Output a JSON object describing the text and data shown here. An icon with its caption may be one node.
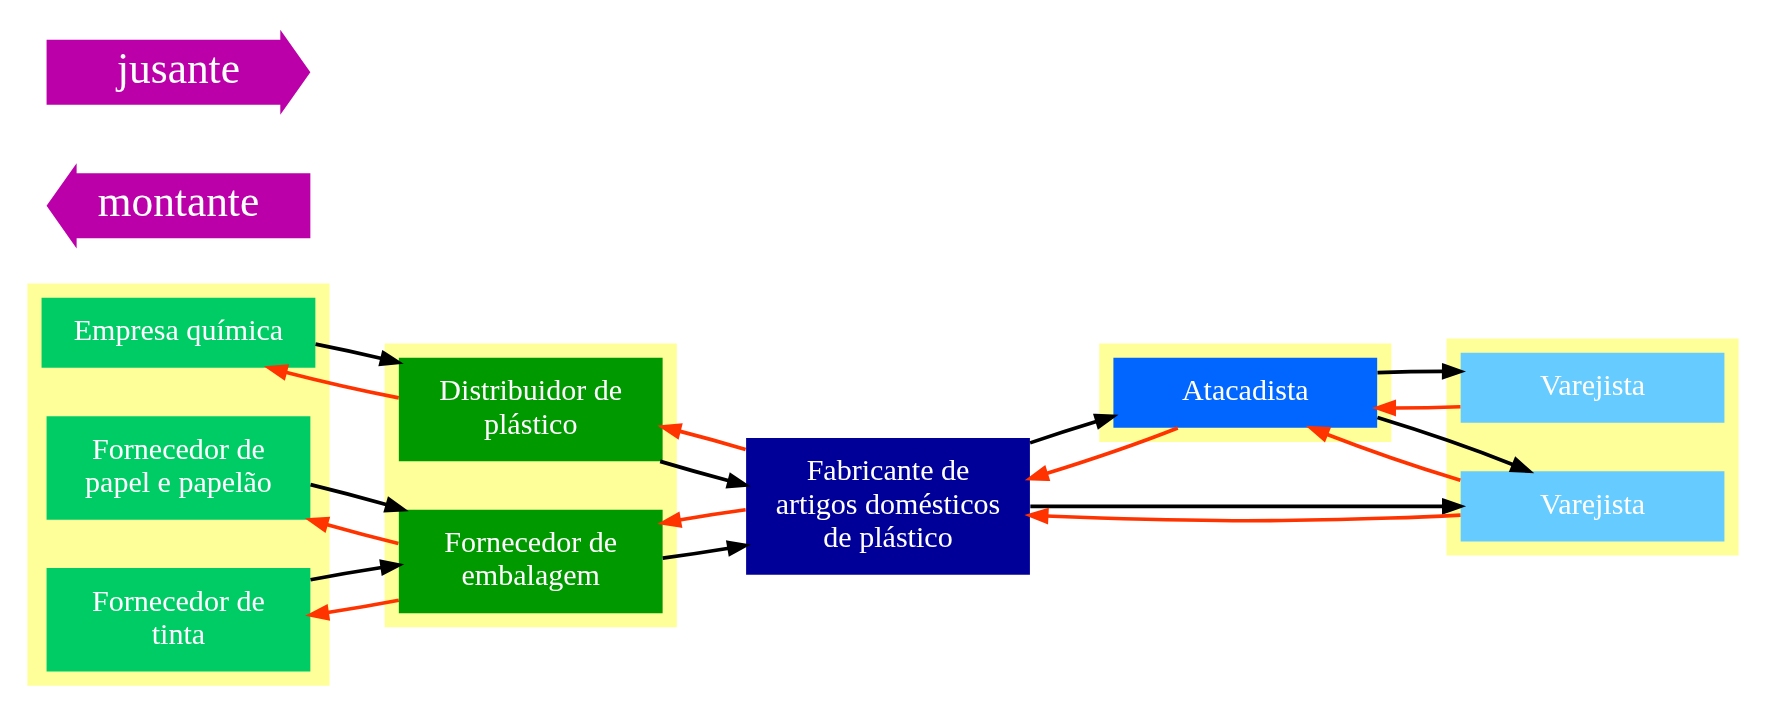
{
  "diagram": {
    "nodes": [
      {
        "text": [],
        "shape": "band"
      },
      {
        "text": [
          "Empresa química"
        ],
        "in": 0
      },
      {
        "text": [
          "Fornecedor de papel e papelão"
        ],
        "in": 0
      },
      {
        "text": [
          "Fornecedor de tinta"
        ],
        "in": 0
      },
      {
        "text": [],
        "shape": "band"
      },
      {
        "text": [
          "Distribuidor de plástico"
        ],
        "in": 4
      },
      {
        "text": [
          "Fornecedor de embalagem"
        ],
        "in": 4
      },
      {
        "text": [
          "Fabricante de artigos domésticos de plástico"
        ]
      },
      {
        "text": [],
        "shape": "band"
      },
      {
        "text": [
          "Atacadista"
        ],
        "in": 8
      },
      {
        "text": [],
        "shape": "band"
      },
      {
        "text": [
          "Varejista"
        ],
        "in": 10
      },
      {
        "text": [
          "Varejista"
        ],
        "in": 10
      },
      {
        "text": [
          "montante"
        ]
      },
      {
        "text": [
          "jusante"
        ]
      }
    ],
    "edges": [
      {
        "from": 1,
        "to": 5,
        "arrow": "to"
      },
      {
        "from": 5,
        "to": 1,
        "arrow": "to",
        "color": "#ff3300"
      },
      {
        "from": 2,
        "to": 6,
        "arrow": "to"
      },
      {
        "from": 6,
        "to": 2,
        "arrow": "to",
        "color": "#ff3300"
      },
      {
        "from": 3,
        "to": 6,
        "arrow": "to"
      },
      {
        "from": 6,
        "to": 3,
        "arrow": "to",
        "color": "#ff3300"
      },
      {
        "from": 5,
        "to": 7,
        "arrow": "to"
      },
      {
        "from": 7,
        "to": 5,
        "arrow": "to",
        "color": "#ff3300"
      },
      {
        "from": 6,
        "to": 7,
        "arrow": "to"
      },
      {
        "from": 7,
        "to": 6,
        "arrow": "to",
        "color": "#ff3300"
      },
      {
        "from": 7,
        "to": 9,
        "arrow": "to"
      },
      {
        "from": 9,
        "to": 7,
        "arrow": "to",
        "color": "#ff3300"
      },
      {
        "from": 9,
        "to": 11,
        "arrow": "to"
      },
      {
        "from": 11,
        "to": 9,
        "arrow": "to",
        "color": "#ff3300"
      },
      {
        "from": 9,
        "to": 12,
        "arrow": "to"
      },
      {
        "from": 12,
        "to": 9,
        "arrow": "to",
        "color": "#ff3300"
      },
      {
        "from": 7,
        "to": 12,
        "arrow": "to"
      },
      {
        "from": 12,
        "to": 7,
        "arrow": "to",
        "color": "#ff3300"
      }
    ]
  }
}
